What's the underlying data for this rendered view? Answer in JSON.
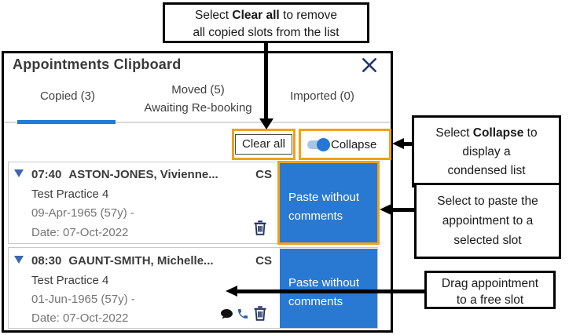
{
  "colors": {
    "accent_blue": "#2979D2",
    "highlight_orange": "#EFA11E",
    "tab_underline_blue": "#1E7BD7",
    "navy_icon": "#1F3063",
    "phone_icon_blue": "#2E5EA8",
    "muted_text": "#757575",
    "dark_text": "#3B3B3B"
  },
  "panel": {
    "title": "Appointments Clipboard",
    "tabs": {
      "copied": {
        "label": "Copied (3)",
        "active": true
      },
      "moved": {
        "label_line1": "Moved (5)",
        "label_line2": "Awaiting Re-booking"
      },
      "imported": {
        "label": "Imported (0)"
      }
    },
    "toolbar": {
      "clear_all_label": "Clear all",
      "collapse_label": "Collapse",
      "collapse_state": "on"
    },
    "appointments": [
      {
        "time": "07:40",
        "patient": "ASTON-JONES, Vivienne...",
        "tag": "CS",
        "practice": "Test Practice 4",
        "dob": "09-Apr-1965 (57y) -",
        "date": "Date: 07-Oct-2022",
        "paste_button_line1": "Paste without",
        "paste_button_line2": "comments",
        "icons": [
          "trash"
        ]
      },
      {
        "time": "08:30",
        "patient": "GAUNT-SMITH, Michelle...",
        "tag": "CS",
        "practice": "Test Practice 4",
        "dob": "01-Jun-1965 (57y) -",
        "date": "Date: 07-Oct-2022",
        "paste_button_line1": "Paste without",
        "paste_button_line2": "comments",
        "icons": [
          "chat",
          "phone",
          "trash"
        ]
      }
    ]
  },
  "callouts": {
    "clear_all": {
      "line1_pre": "Select ",
      "line1_bold": "Clear all",
      "line1_post": " to remove",
      "line2": "all copied slots from the list"
    },
    "collapse": {
      "line1_pre": "Select ",
      "line1_bold": "Collapse",
      "line1_post": " to",
      "line2": "display a",
      "line3": "condensed list"
    },
    "paste": {
      "line1": "Select to paste the",
      "line2": "appointment to a",
      "line3": "selected slot"
    },
    "drag": {
      "line1": "Drag appointment",
      "line2": "to a free slot"
    }
  }
}
